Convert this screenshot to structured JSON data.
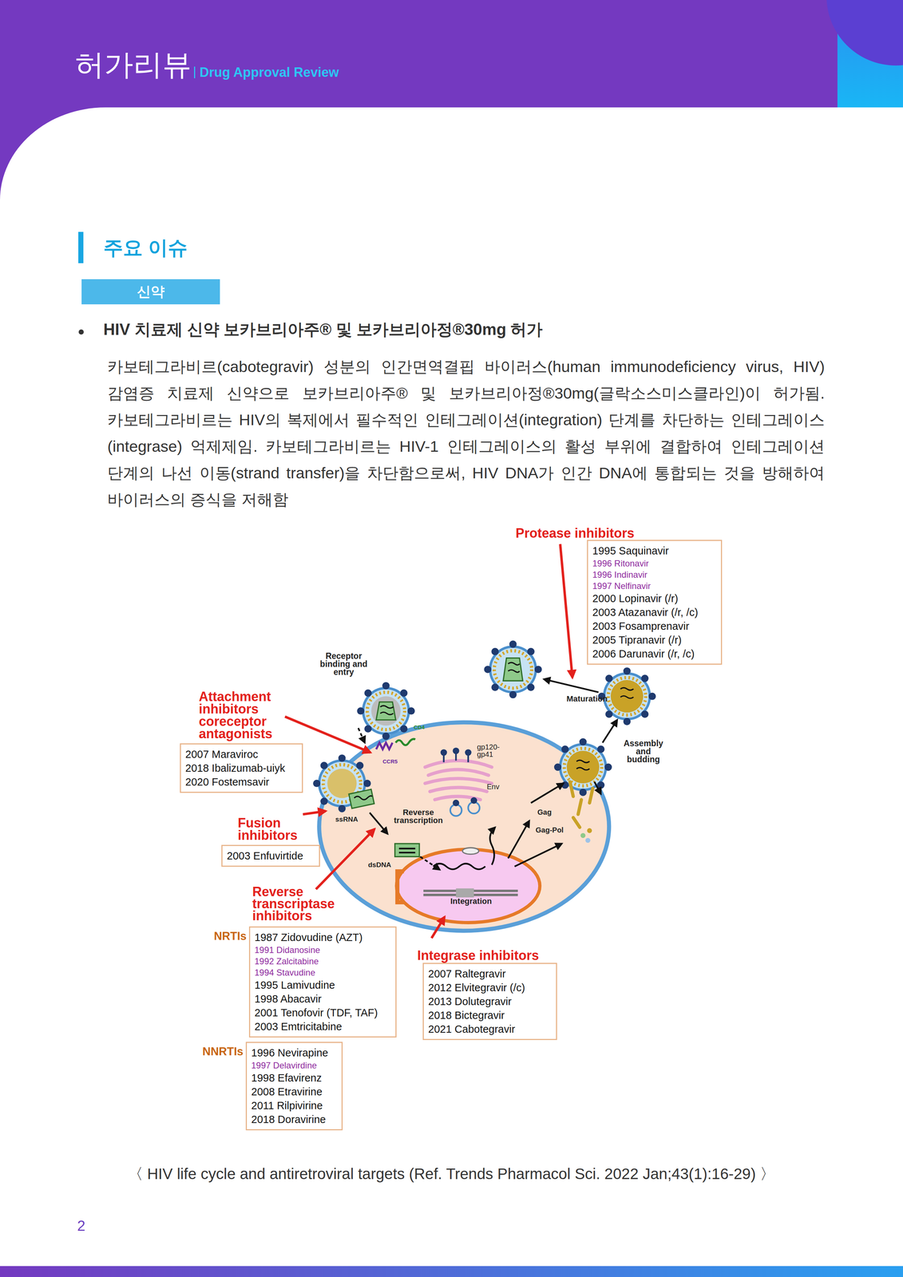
{
  "diagram": {
    "title": "주요 이슈",
    "caption": "〈 HIV life cycle and antiretroviral targets (Ref. Trends Pharmacol Sci. 2022 Jan;43(1):16-29) 〉",
    "nodes": [
      {
        "text": [
          "신약"
        ]
      },
      {
        "text": [
          "Protease inhibitors",
          "1995 Saquinavir",
          "1996 Ritonavir",
          "1996 Indinavir",
          "1997 Nelfinavir",
          "2000 Lopinavir (/r)",
          "2003 Atazanavir (/r, /c)",
          "2003 Fosamprenavir",
          "2005 Tipranavir (/r)",
          "2006 Darunavir (/r, /c)"
        ]
      },
      {
        "text": [
          "Attachment inhibitors coreceptor antagonists",
          "2007 Maraviroc",
          "2018 Ibalizumab-uiyk",
          "2020 Fostemsavir"
        ]
      },
      {
        "text": [
          "Fusion inhibitors",
          "2003 Enfuvirtide"
        ]
      },
      {
        "text": [
          "NRTIs",
          "1987 Zidovudine (AZT)",
          "1991 Didanosine",
          "1992 Zalcitabine",
          "1994 Stavudine",
          "1995 Lamivudine",
          "1998 Abacavir",
          "2001 Tenofovir (TDF, TAF)",
          "2003 Emtricitabine"
        ]
      },
      {
        "text": [
          "Integrase inhibitors",
          "2007 Raltegravir",
          "2012 Elvitegravir (/c)",
          "2013 Dolutegravir",
          "2018 Bictegravir",
          "2021 Cabotegravir"
        ]
      },
      {
        "text": [
          "NNRTIs",
          "1996 Nevirapine",
          "1997 Delavirdine",
          "1998 Efavirenz",
          "2008 Etravirine",
          "2011 Rilpivirine",
          "2018 Doravirine"
        ]
      }
    ],
    "labels": [
      "허가리뷰",
      "Drug Approval Review",
      "HIV 치료제 신약 보카브리아주® 및 보카브리아정®30mg 허가",
      "카보테그라비르(cabotegravir) 성분의 인간면역결핍 바이러스(human immunodeficiency virus, HIV) 감염증 치료제 신약으로 보카브리아주® 및 보카브리아정®30mg(글락소스미스클라인)이 허가됨. 카보테그라비르는 HIV의 복제에서 필수적인 인테그레이션(integration) 단계를 차단하는 인테그레이스(integrase) 억제제임. 카보테그라비르는 HIV-1 인테그레이스의 활성 부위에 결합하여 인테그레이션 단계의 나선 이동(strand transfer)을 차단함으로써, HIV DNA가 인간 DNA에 통합되는 것을 방해하여 바이러스의 증식을 저해함",
      "Receptor binding and entry",
      "Maturation",
      "Assembly and budding",
      "CD4",
      "CCR5",
      "gp120- gp41",
      "Env",
      "ssRNA",
      "Reverse transcription",
      "dsDNA",
      "Gag",
      "Gag-Pol",
      "Integration",
      "Reverse transcriptase inhibitors",
      "2"
    ]
  }
}
